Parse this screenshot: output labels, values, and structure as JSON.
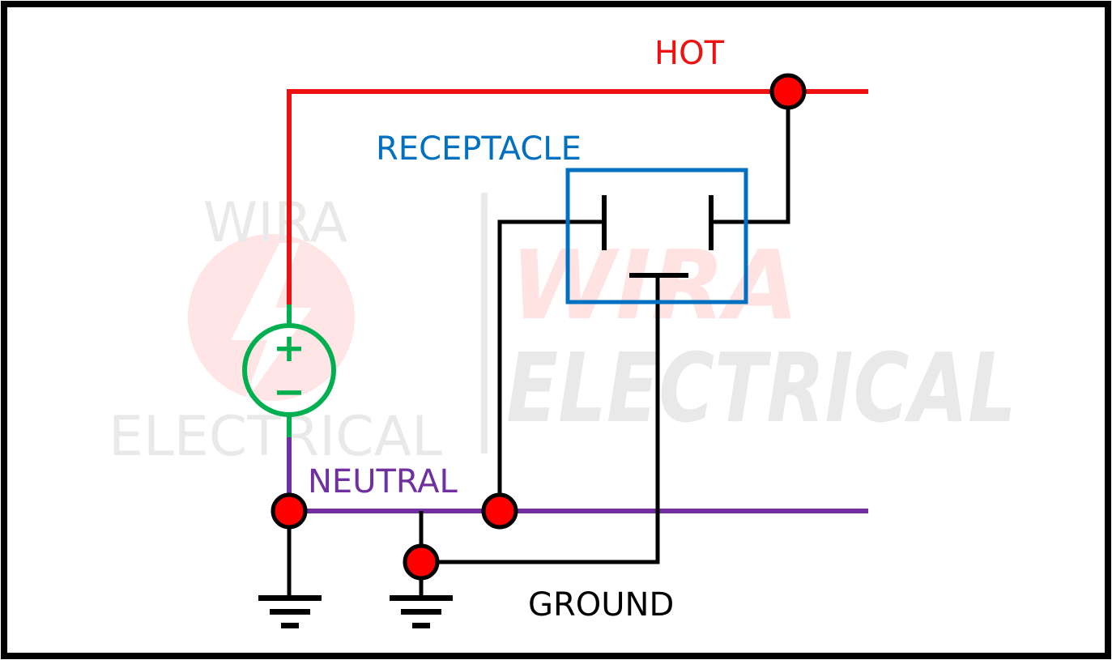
{
  "labels": {
    "hot": "HOT",
    "receptacle": "RECEPTACLE",
    "neutral": "NEUTRAL",
    "ground": "GROUND"
  },
  "source": {
    "positive": "+",
    "negative": "−"
  },
  "watermark": {
    "small_top": "WIRA",
    "small_bottom": "ELECTRICAL",
    "large_top": "WIRA",
    "large_bottom": "ELECTRICAL"
  },
  "colors": {
    "hot": "#ee1111",
    "neutral": "#7030a0",
    "ground": "#000000",
    "receptacle": "#0070c0",
    "source": "#00b050",
    "node": "#ff0000"
  }
}
